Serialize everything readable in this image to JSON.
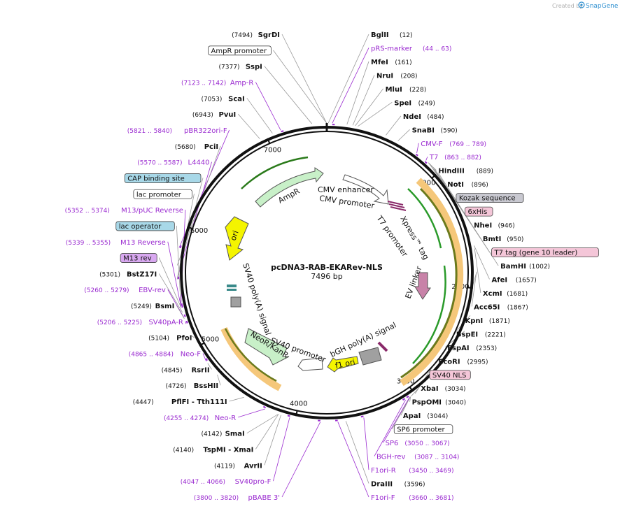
{
  "header": {
    "brand": "Created by",
    "product": "SnapGene"
  },
  "plasmid": {
    "name": "pcDNA3-RAB-EKARev-NLS",
    "size": "7496 bp",
    "length": 7496
  },
  "ticks": [
    "1000",
    "2000",
    "3000",
    "4000",
    "5000",
    "6000",
    "7000"
  ],
  "features": [
    {
      "label": "CMV enhancer",
      "color": "#ffffff"
    },
    {
      "label": "CMV promoter",
      "color": "#ffffff"
    },
    {
      "label": "T7 promoter",
      "color": "#ffffff"
    },
    {
      "label": "Xpress™ tag",
      "color": "#ffffff"
    },
    {
      "label": "EV linker",
      "color": "#c882a8"
    },
    {
      "label": "bGH poly(A) signal",
      "color": "#ffffff"
    },
    {
      "label": "f1 ori",
      "color": "#f4f400"
    },
    {
      "label": "SV40 promoter",
      "color": "#ffffff"
    },
    {
      "label": "NeoR/KanR",
      "color": "#c8f0c8"
    },
    {
      "label": "SV40 poly(A) signal",
      "color": "#ffffff"
    },
    {
      "label": "ori",
      "color": "#f4f400"
    },
    {
      "label": "AmpR",
      "color": "#c8f0c8"
    }
  ],
  "right_labels": [
    {
      "name": "BglII",
      "pos": "(12)",
      "kind": "enzyme"
    },
    {
      "name": "pRS-marker",
      "pos": "(44 .. 63)",
      "kind": "primer"
    },
    {
      "name": "MfeI",
      "pos": "(161)",
      "kind": "enzyme"
    },
    {
      "name": "NruI",
      "pos": "(208)",
      "kind": "enzyme"
    },
    {
      "name": "MluI",
      "pos": "(228)",
      "kind": "enzyme"
    },
    {
      "name": "SpeI",
      "pos": "(249)",
      "kind": "enzyme"
    },
    {
      "name": "NdeI",
      "pos": "(484)",
      "kind": "enzyme"
    },
    {
      "name": "SnaBI",
      "pos": "(590)",
      "kind": "enzyme"
    },
    {
      "name": "CMV-F",
      "pos": "(769 .. 789)",
      "kind": "primer"
    },
    {
      "name": "T7",
      "pos": "(863 .. 882)",
      "kind": "primer"
    },
    {
      "name": "HindIII",
      "pos": "(889)",
      "kind": "enzyme"
    },
    {
      "name": "NotI",
      "pos": "(896)",
      "kind": "enzyme"
    },
    {
      "name": "Kozak sequence",
      "pos": "",
      "kind": "box-gray"
    },
    {
      "name": "6xHis",
      "pos": "",
      "kind": "box-pink"
    },
    {
      "name": "NheI",
      "pos": "(946)",
      "kind": "enzyme"
    },
    {
      "name": "BmtI",
      "pos": "(950)",
      "kind": "enzyme"
    },
    {
      "name": "T7 tag (gene 10 leader)",
      "pos": "",
      "kind": "box-pink"
    },
    {
      "name": "BamHI",
      "pos": "(1002)",
      "kind": "enzyme"
    },
    {
      "name": "AfeI",
      "pos": "(1657)",
      "kind": "enzyme"
    },
    {
      "name": "XcmI",
      "pos": "(1681)",
      "kind": "enzyme"
    },
    {
      "name": "Acc65I",
      "pos": "(1867)",
      "kind": "enzyme"
    },
    {
      "name": "KpnI",
      "pos": "(1871)",
      "kind": "enzyme"
    },
    {
      "name": "BspEI",
      "pos": "(2221)",
      "kind": "enzyme"
    },
    {
      "name": "FspAI",
      "pos": "(2353)",
      "kind": "enzyme"
    },
    {
      "name": "EcoRI",
      "pos": "(2995)",
      "kind": "enzyme"
    },
    {
      "name": "SV40 NLS",
      "pos": "",
      "kind": "box-pink"
    },
    {
      "name": "XbaI",
      "pos": "(3034)",
      "kind": "enzyme"
    },
    {
      "name": "PspOMI",
      "pos": "(3040)",
      "kind": "enzyme"
    },
    {
      "name": "ApaI",
      "pos": "(3044)",
      "kind": "enzyme"
    },
    {
      "name": "SP6 promoter",
      "pos": "",
      "kind": "box-white"
    },
    {
      "name": "SP6",
      "pos": "(3050 .. 3067)",
      "kind": "primer"
    },
    {
      "name": "BGH-rev",
      "pos": "(3087 .. 3104)",
      "kind": "primer"
    },
    {
      "name": "F1ori-R",
      "pos": "(3450 .. 3469)",
      "kind": "primer"
    },
    {
      "name": "DraIII",
      "pos": "(3596)",
      "kind": "enzyme"
    },
    {
      "name": "F1ori-F",
      "pos": "(3660 .. 3681)",
      "kind": "primer"
    }
  ],
  "left_labels": [
    {
      "name": "SgrDI",
      "pos": "(7494)",
      "kind": "enzyme"
    },
    {
      "name": "AmpR promoter",
      "pos": "",
      "kind": "box-white"
    },
    {
      "name": "SspI",
      "pos": "(7377)",
      "kind": "enzyme"
    },
    {
      "name": "Amp-R",
      "pos": "(7123 .. 7142)",
      "kind": "primer"
    },
    {
      "name": "ScaI",
      "pos": "(7053)",
      "kind": "enzyme"
    },
    {
      "name": "PvuI",
      "pos": "(6943)",
      "kind": "enzyme"
    },
    {
      "name": "pBR322ori-F",
      "pos": "(5821 .. 5840)",
      "kind": "primer"
    },
    {
      "name": "PciI",
      "pos": "(5680)",
      "kind": "enzyme"
    },
    {
      "name": "L4440",
      "pos": "(5570 .. 5587)",
      "kind": "primer"
    },
    {
      "name": "CAP binding site",
      "pos": "",
      "kind": "box-blue"
    },
    {
      "name": "lac promoter",
      "pos": "",
      "kind": "box-white"
    },
    {
      "name": "M13/pUC Reverse",
      "pos": "(5352 .. 5374)",
      "kind": "primer"
    },
    {
      "name": "lac operator",
      "pos": "",
      "kind": "box-blue"
    },
    {
      "name": "M13 Reverse",
      "pos": "(5339 .. 5355)",
      "kind": "primer"
    },
    {
      "name": "M13 rev",
      "pos": "",
      "kind": "box-purple"
    },
    {
      "name": "BstZ17I",
      "pos": "(5301)",
      "kind": "enzyme"
    },
    {
      "name": "EBV-rev",
      "pos": "(5260 .. 5279)",
      "kind": "primer"
    },
    {
      "name": "BsmI",
      "pos": "(5249)",
      "kind": "enzyme"
    },
    {
      "name": "SV40pA-R",
      "pos": "(5206 .. 5225)",
      "kind": "primer"
    },
    {
      "name": "PfoI",
      "pos": "(5104)",
      "kind": "enzyme"
    },
    {
      "name": "Neo-F",
      "pos": "(4865 .. 4884)",
      "kind": "primer"
    },
    {
      "name": "RsrII",
      "pos": "(4845)",
      "kind": "enzyme"
    },
    {
      "name": "BssHII",
      "pos": "(4726)",
      "kind": "enzyme"
    },
    {
      "name": "PflFI - Tth111I",
      "pos": "(4447)",
      "kind": "enzyme"
    },
    {
      "name": "Neo-R",
      "pos": "(4255 .. 4274)",
      "kind": "primer"
    },
    {
      "name": "SmaI",
      "pos": "(4142)",
      "kind": "enzyme"
    },
    {
      "name": "TspMI - XmaI",
      "pos": "(4140)",
      "kind": "enzyme"
    },
    {
      "name": "AvrII",
      "pos": "(4119)",
      "kind": "enzyme"
    },
    {
      "name": "SV40pro-F",
      "pos": "(4047 .. 4066)",
      "kind": "primer"
    },
    {
      "name": "pBABE 3'",
      "pos": "(3800 .. 3820)",
      "kind": "primer"
    }
  ]
}
